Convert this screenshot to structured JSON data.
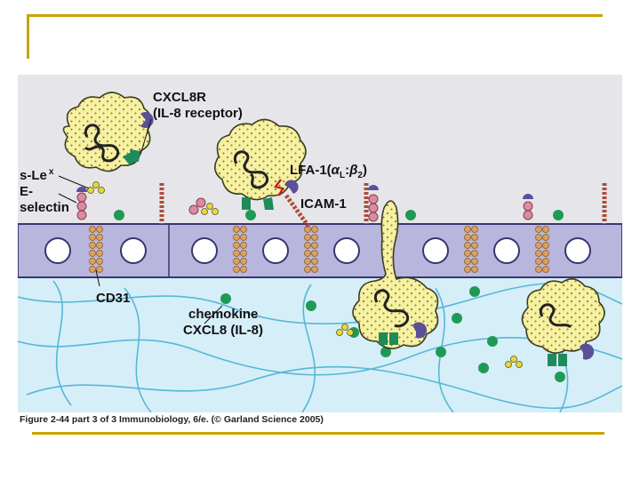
{
  "slide": {
    "accent_color": "#c8a400"
  },
  "figure": {
    "labels": {
      "receptor_line1": "CXCL8R",
      "receptor_line2": "(IL-8 receptor)",
      "slex_main": "s-Le",
      "slex_sup": "x",
      "eselectin_line1": "E-",
      "eselectin_line2": "selectin",
      "lfa1_main": "LFA-1(",
      "lfa1_alpha": "α",
      "lfa1_sub_l": "L",
      "lfa1_colon": ":",
      "lfa1_beta": "β",
      "lfa1_sub_2": "2",
      "lfa1_close": ")",
      "icam1": "ICAM-1",
      "cd31": "CD31",
      "chemokine_line1": "chemokine",
      "chemokine_line2": "CXCL8 (IL-8)"
    },
    "colors": {
      "background": "#e6e6ea",
      "endothelium": "#b9b6dd",
      "tissue": "#d6eef8",
      "fibers": "#56b8d6",
      "leukocyte": "#f6f0a2",
      "chemokine": "#1f9a55",
      "receptor": "#5b4f9a",
      "integrin": "#1f8a5a",
      "selectin": "#d98ca0",
      "cd31": "#d9a060"
    }
  },
  "caption": {
    "text": "Figure 2-44 part 3 of 3  Immunobiology, 6/e. (© Garland Science 2005)"
  }
}
